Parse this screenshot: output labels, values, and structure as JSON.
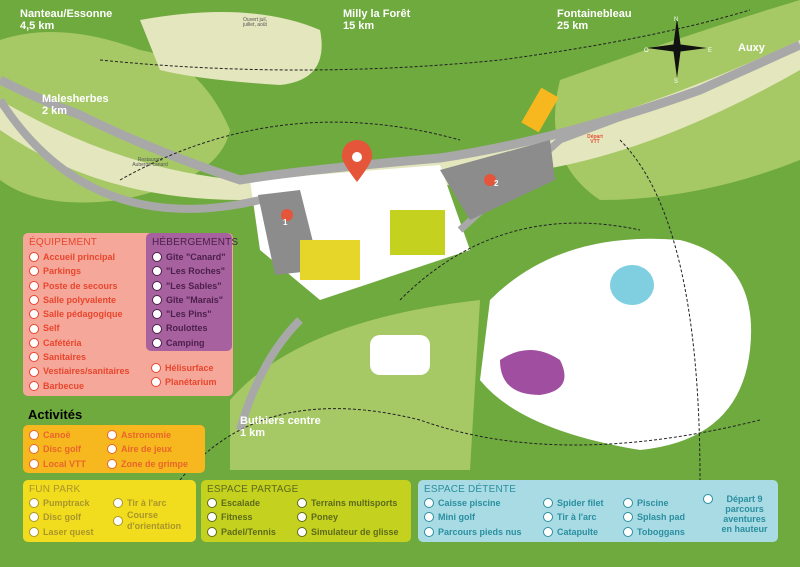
{
  "places": {
    "nanteau": "Nanteau/Essonne",
    "nanteau_km": "4,5 km",
    "milly": "Milly la Forêt",
    "milly_km": "15 km",
    "fontainebleau": "Fontainebleau",
    "fontainebleau_km": "25 km",
    "malesherbes": "Malesherbes",
    "malesherbes_km": "2 km",
    "auxy": "Auxy",
    "buthiers": "Buthiers centre",
    "buthiers_km": "1 km",
    "restaurant": "Restaurant Auberge canard",
    "camping_open": "Ouvert juil, juillet, août",
    "depart_vtt": "Départ VTT",
    "p1": "1",
    "p2": "2"
  },
  "compass": {
    "n": "N",
    "s": "S",
    "e": "E",
    "o": "O"
  },
  "colors": {
    "forest": "#6faa3e",
    "light": "#a6c966",
    "pale": "#e4e6bd",
    "road": "#a8a8a8",
    "parking": "#8c8c8c",
    "marker": "#e5553a"
  },
  "equipement": {
    "title": "ÉQUIPEMENT",
    "items": [
      "Accueil principal",
      "Parkings",
      "Poste de secours",
      "Salle polyvalente",
      "Salle pédagogique",
      "Self",
      "Cafétéria",
      "Sanitaires",
      "Vestiaires/sanitaires",
      "Barbecue"
    ],
    "extra": [
      "Hélisurface",
      "Planétarium"
    ]
  },
  "hebergements": {
    "title": "HÉBERGEMENTS",
    "items": [
      "Gîte \"Canard\"",
      "\"Les Roches\"",
      "\"Les Sables\"",
      "Gîte \"Marais\"",
      "\"Les Pins\"",
      "Roulottes",
      "Camping"
    ]
  },
  "activites": {
    "title": "Activités",
    "items": [
      "Canoë",
      "Disc golf",
      "Local VTT",
      "Astronomie",
      "Aire de jeux",
      "Zone de grimpe"
    ]
  },
  "funpark": {
    "title": "FUN PARK",
    "items": [
      "Pumptrack",
      "Disc golf",
      "Laser quest",
      "Tir à l'arc",
      "Course d'orientation"
    ]
  },
  "partage": {
    "title": "ESPACE PARTAGE",
    "items": [
      "Escalade",
      "Fitness",
      "Padel/Tennis",
      "Terrains multisports",
      "Poney",
      "Simulateur de glisse"
    ]
  },
  "detente": {
    "title": "ESPACE DÉTENTE",
    "items": [
      "Caisse piscine",
      "Mini golf",
      "Parcours pieds nus",
      "Spider filet",
      "Tir à l'arc",
      "Catapulte",
      "Piscine",
      "Splash pad",
      "Toboggans"
    ],
    "depart": "Départ 9 parcours aventures en hauteur"
  }
}
